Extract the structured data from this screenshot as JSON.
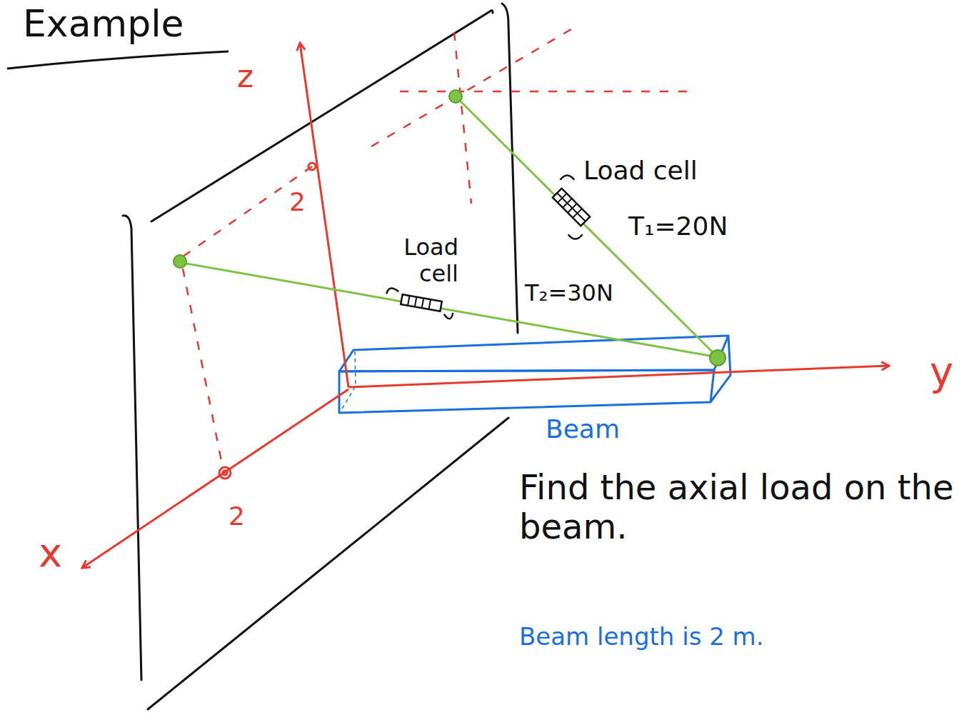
{
  "diagram": {
    "title": "Example",
    "labels": [
      "z",
      "2",
      "Load cell",
      "T₁=20N",
      "Load cell",
      "T₂=30N",
      "Beam",
      "y",
      "2",
      "x",
      "Find the axial load on the beam.",
      "Beam length is 2 m."
    ]
  }
}
